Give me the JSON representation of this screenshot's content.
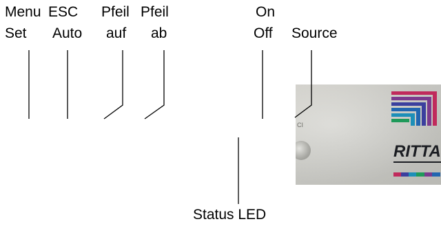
{
  "labels": {
    "menu": "Menu",
    "set": "Set",
    "esc": "ESC",
    "auto": "Auto",
    "pfeil_auf_top": "Pfeil",
    "auf": "auf",
    "pfeil_ab_top": "Pfeil",
    "ab": "ab",
    "on": "On",
    "off": "Off",
    "source": "Source",
    "status_led": "Status LED"
  },
  "panel": {
    "logo_text": "RITTAL",
    "panel_mark": "CI",
    "logo_colors": [
      "#c02a5c",
      "#3b3f9e",
      "#1d8fb8",
      "#1f9a5a",
      "#7a3a8e",
      "#2266b0"
    ]
  }
}
